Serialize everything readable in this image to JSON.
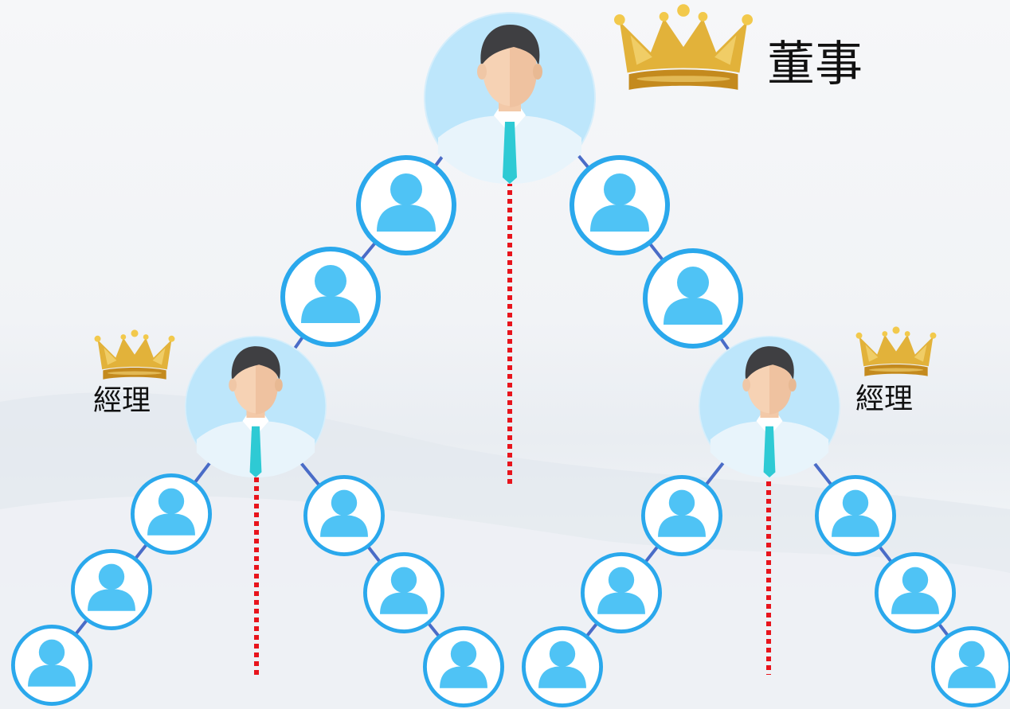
{
  "labels": {
    "director": "董事",
    "manager_left": "經理",
    "manager_right": "經理"
  },
  "colors": {
    "user_fill": "#4fc3f5",
    "node_border": "#2aa8ec",
    "connector": "#4a6cc7",
    "dotted_line": "#e8141c",
    "avatar_bg": "#bde6fb",
    "crown_gold": "#d9a426"
  },
  "icons": {
    "user": "user-icon",
    "executive": "businessman-avatar",
    "crown": "crown-icon"
  }
}
